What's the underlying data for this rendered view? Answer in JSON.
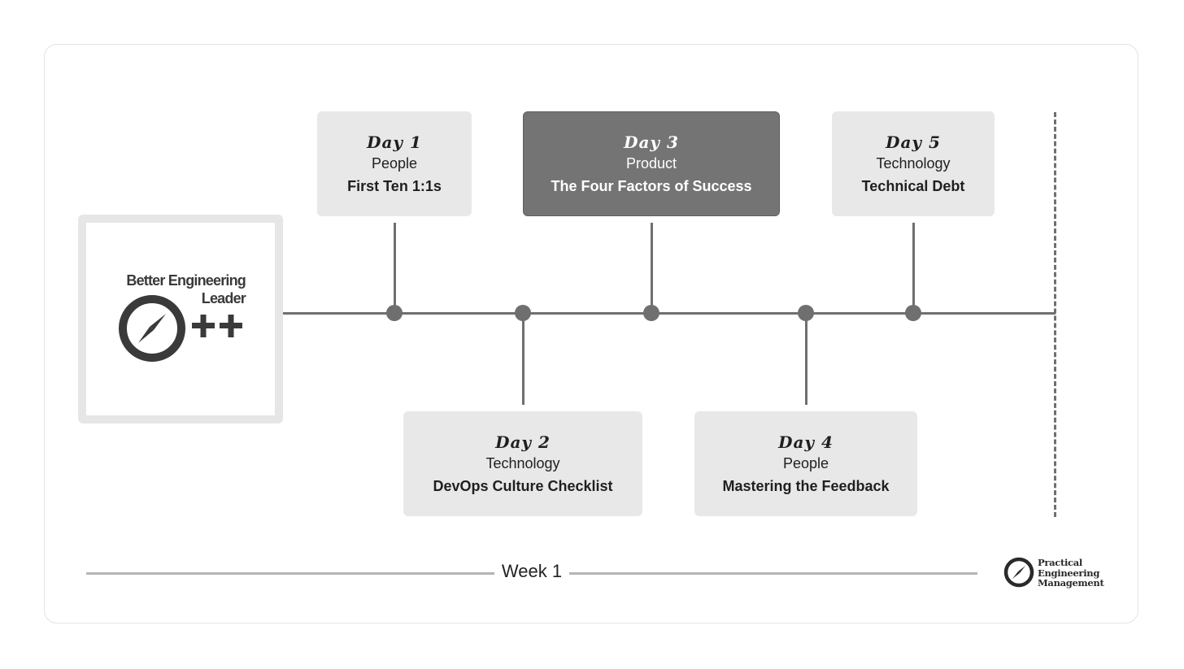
{
  "logo": {
    "line1": "Better Engineering",
    "line2": "Leader",
    "icon": "compass-icon",
    "plus_icon": "plus-plus-icon"
  },
  "days": [
    {
      "day": "Day 1",
      "category": "People",
      "topic": "First Ten 1:1s"
    },
    {
      "day": "Day 2",
      "category": "Technology",
      "topic": "DevOps Culture Checklist"
    },
    {
      "day": "Day 3",
      "category": "Product",
      "topic": "The Four Factors of Success",
      "highlighted": true
    },
    {
      "day": "Day 4",
      "category": "People",
      "topic": "Mastering the Feedback"
    },
    {
      "day": "Day 5",
      "category": "Technology",
      "topic": "Technical Debt"
    }
  ],
  "week_label": "Week 1",
  "brand": {
    "line1": "Practical",
    "line2": "Engineering",
    "line3": "Management",
    "icon": "compass-icon"
  },
  "colors": {
    "card_bg": "#e8e8e8",
    "card_highlight_bg": "#747474",
    "connector": "#6f6f6f",
    "week_line": "#b5b5b5"
  }
}
